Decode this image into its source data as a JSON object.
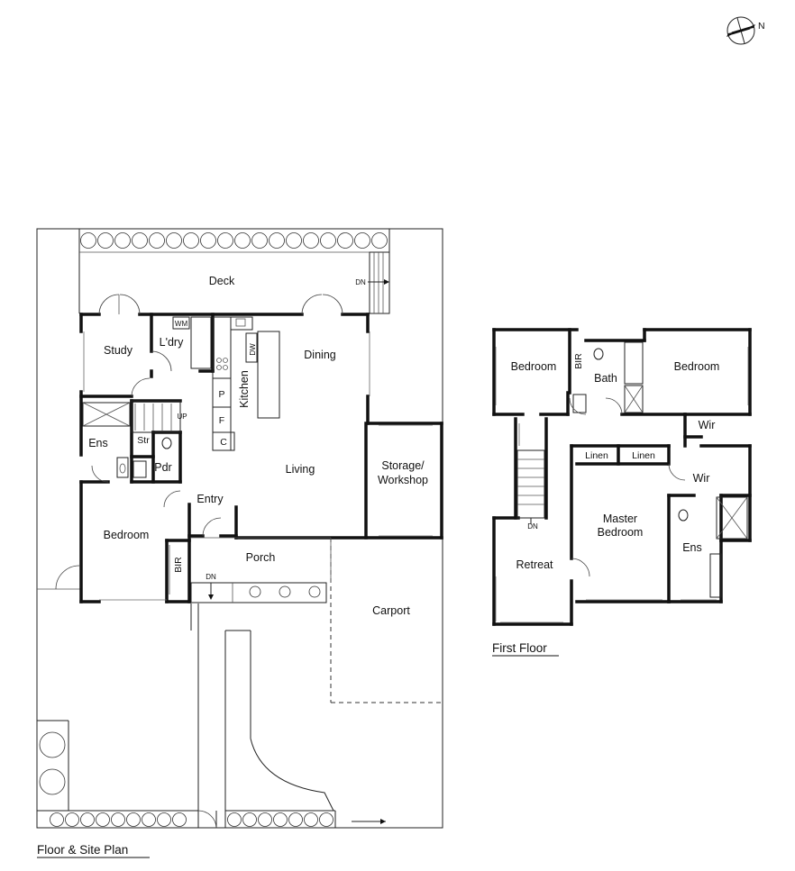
{
  "compass": {
    "label": "N"
  },
  "ground": {
    "title": "Floor & Site Plan",
    "rooms": {
      "deck": "Deck",
      "study": "Study",
      "laundry": "L'dry",
      "wm": "WM",
      "dw": "DW",
      "kitchen": "Kitchen",
      "pantry": "P",
      "fridge": "F",
      "cupboard": "C",
      "dining": "Dining",
      "up": "UP",
      "ens": "Ens",
      "str": "Str",
      "pdr": "Pdr",
      "living": "Living",
      "storage_line1": "Storage/",
      "storage_line2": "Workshop",
      "entry": "Entry",
      "bedroom": "Bedroom",
      "bir": "BIR",
      "porch": "Porch",
      "dn_porch": "DN",
      "dn_deck": "DN",
      "carport": "Carport"
    }
  },
  "first": {
    "title": "First Floor",
    "rooms": {
      "bedroom_left": "Bedroom",
      "bir": "BIR",
      "bath": "Bath",
      "bedroom_right": "Bedroom",
      "wir_top": "Wir",
      "linen_left": "Linen",
      "linen_right": "Linen",
      "wir_mid": "Wir",
      "dn": "DN",
      "master_line1": "Master",
      "master_line2": "Bedroom",
      "retreat": "Retreat",
      "ens": "Ens"
    }
  }
}
